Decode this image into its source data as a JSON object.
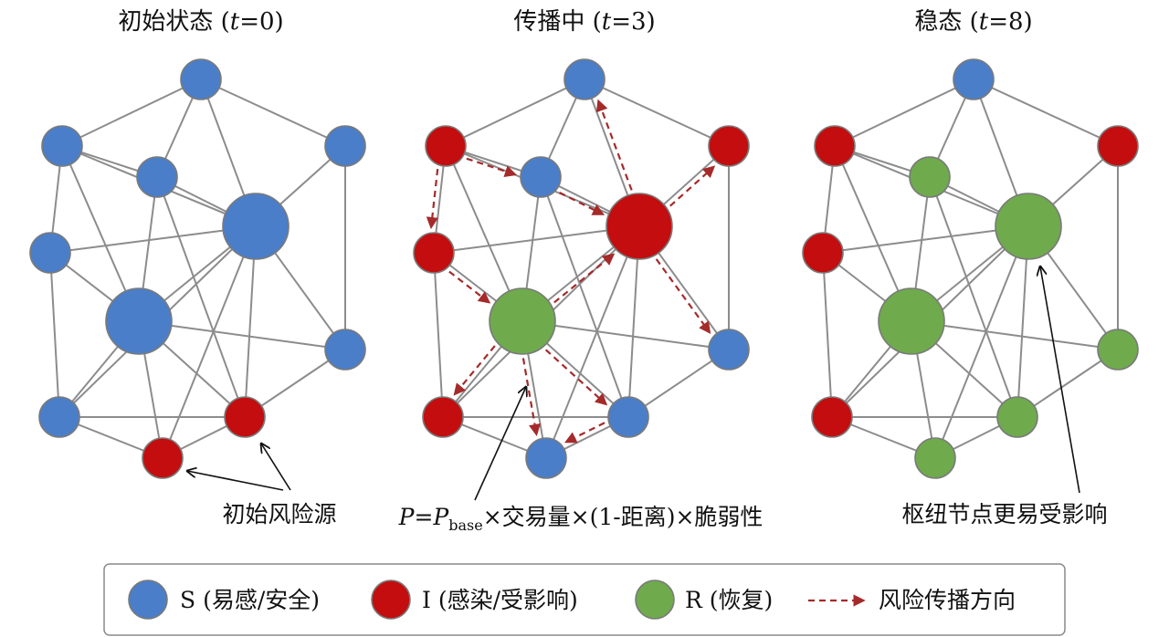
{
  "colors": {
    "S": "#4a7ec9",
    "I": "#c30d0e",
    "R": "#6faa4d",
    "arrow": "#a52a2a",
    "edge": "#8c8c8c",
    "pointer": "#111111"
  },
  "panels": [
    {
      "title_prefix": "初始状态 (",
      "title_var": "t",
      "title_suffix": "=0)",
      "annotation": "初始风险源"
    },
    {
      "title_prefix": "传播中 (",
      "title_var": "t",
      "title_suffix": "=3)",
      "formula": {
        "p": "P",
        "eq": "=",
        "pbase_p": "P",
        "pbase_sub": "base",
        "rest": "×交易量×(1-距离)×脆弱性"
      }
    },
    {
      "title_prefix": "稳态 (",
      "title_var": "t",
      "title_suffix": "=8)",
      "annotation": "枢纽节点更易受影响"
    }
  ],
  "legend": {
    "s": "S (易感/安全)",
    "i": "I (感染/受影响)",
    "r": "R (恢复)",
    "arrow": "风险传播方向"
  },
  "node_states": [
    [
      "S",
      "S",
      "S",
      "S",
      "S",
      "S",
      "S",
      "S",
      "S",
      "I",
      "I"
    ],
    [
      "S",
      "I",
      "S",
      "I",
      "I",
      "I",
      "R",
      "S",
      "I",
      "S",
      "S"
    ],
    [
      "S",
      "I",
      "R",
      "I",
      "R",
      "I",
      "R",
      "R",
      "I",
      "R",
      "R"
    ]
  ]
}
